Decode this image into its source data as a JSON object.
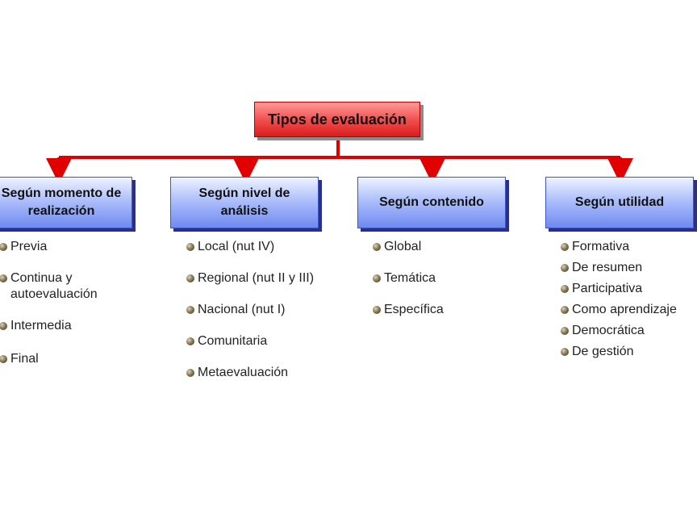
{
  "root": {
    "label": "Tipos de evaluación"
  },
  "colors": {
    "connector": "#e00000",
    "root_fill": "#f04a4a",
    "category_fill": "#8fa6f5"
  },
  "categories": [
    {
      "title": "Según momento de realización",
      "items": [
        "Previa",
        "Continua  y autoevaluación",
        "Intermedia",
        "Final"
      ]
    },
    {
      "title": "Según nivel de análisis",
      "items": [
        "Local (nut IV)",
        "Regional (nut II y III)",
        "Nacional (nut I)",
        "Comunitaria",
        "Metaevaluación"
      ]
    },
    {
      "title": "Según contenido",
      "items": [
        "Global",
        "Temática",
        "Específica"
      ]
    },
    {
      "title": "Según utilidad",
      "items": [
        "Formativa",
        "De resumen",
        "Participativa",
        "Como aprendizaje",
        "Democrática",
        "De gestión"
      ]
    }
  ]
}
